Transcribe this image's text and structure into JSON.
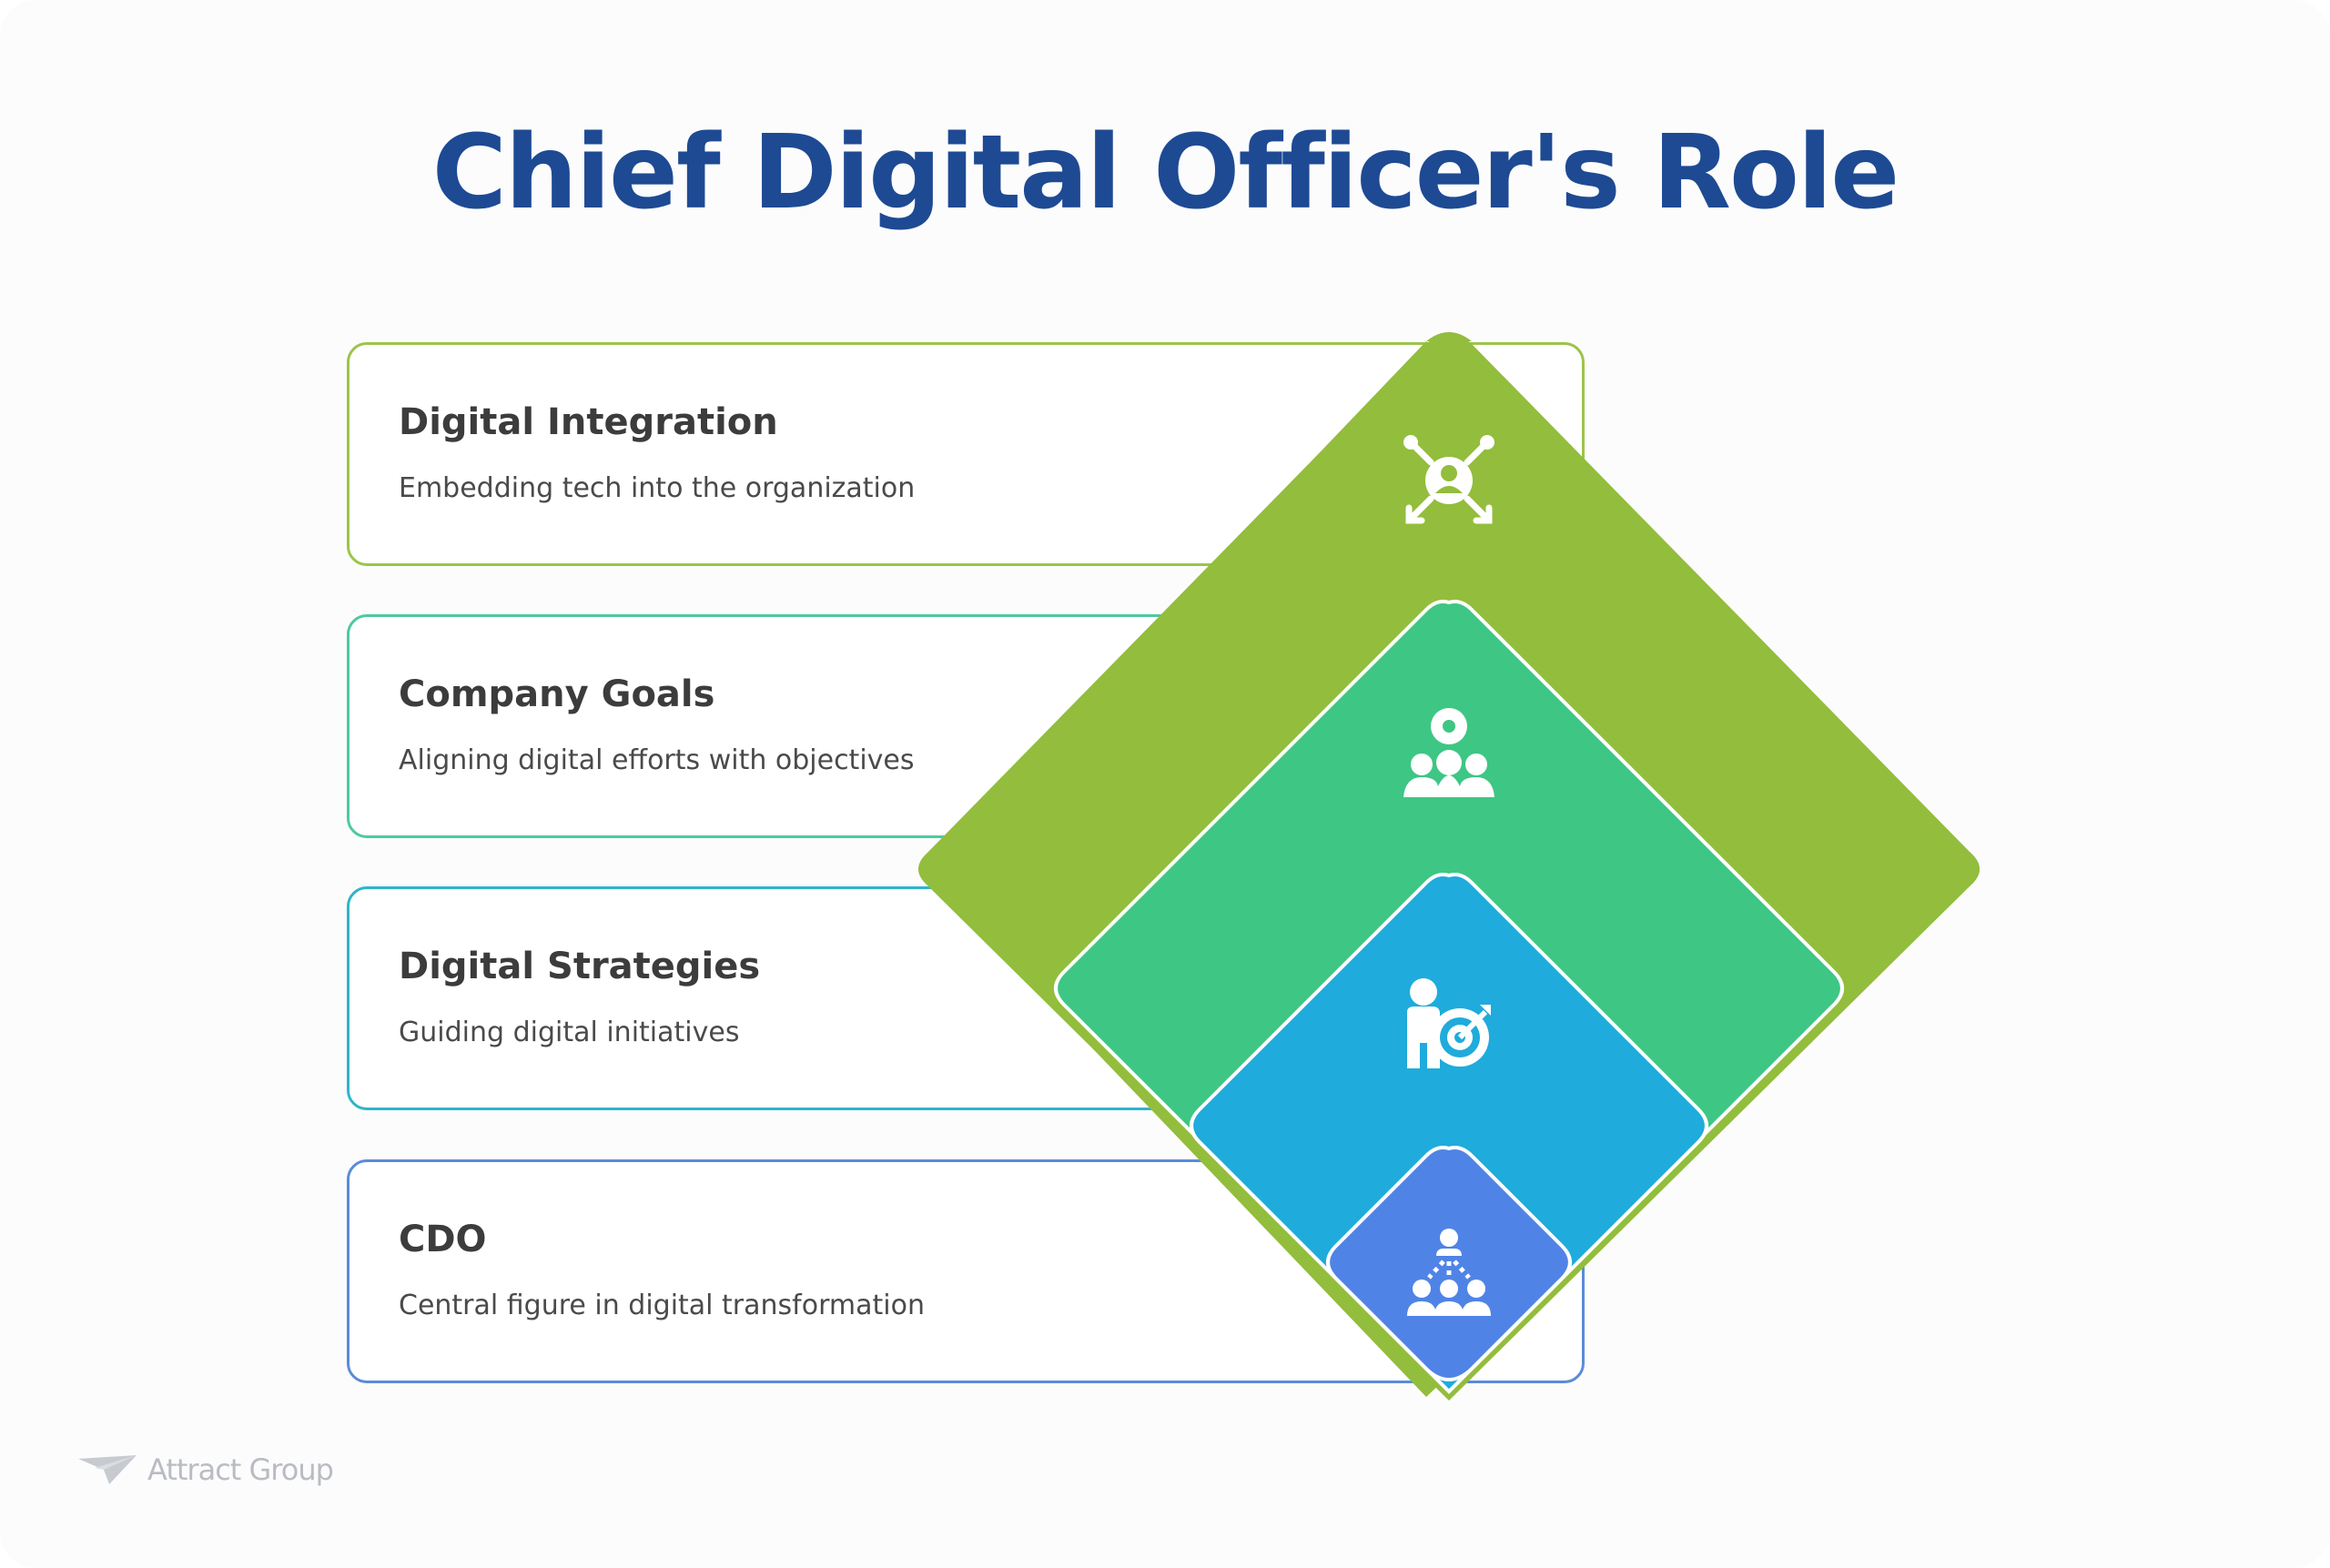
{
  "title": "Chief Digital Officer's Role",
  "colors": {
    "title": "#1e4a93",
    "tier1": "#93bd3c",
    "tier2": "#3ec684",
    "tier3": "#1fabdc",
    "tier4": "#4f84e6"
  },
  "items": [
    {
      "title": "Digital Integration",
      "description": "Embedding tech into the organization",
      "icon": "network-person-icon",
      "color": "#93bd3c"
    },
    {
      "title": "Company Goals",
      "description": "Aligning digital efforts with objectives",
      "icon": "team-goal-icon",
      "color": "#3ec684"
    },
    {
      "title": "Digital Strategies",
      "description": "Guiding digital initiatives",
      "icon": "person-target-icon",
      "color": "#1fabdc"
    },
    {
      "title": "CDO",
      "description": "Central figure in digital transformation",
      "icon": "hierarchy-icon",
      "color": "#4f84e6"
    }
  ],
  "logo": {
    "text": "Attract Group",
    "icon": "paper-plane-icon"
  }
}
